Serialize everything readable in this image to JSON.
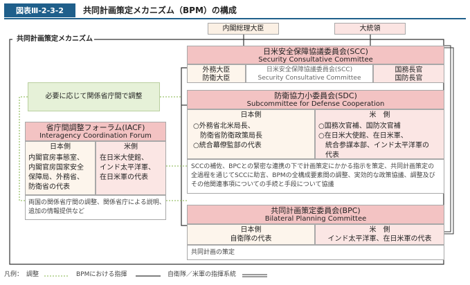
{
  "header": {
    "figure_id": "図表Ⅲ-2-3-2",
    "title": "共同計画策定メカニズム（BPM）の構成"
  },
  "top": {
    "pm": "内閣総理大臣",
    "president": "大統領"
  },
  "mechanism_label": "共同計画策定メカニズム",
  "scc": {
    "title_ja": "日米安全保障協議委員会(SCC)",
    "title_en": "Security Consultative Committee",
    "left_members": [
      "外務大臣",
      "防衛大臣"
    ],
    "right_members": [
      "国務長官",
      "国防長官"
    ],
    "center_ja": "日米安全保障協議委員会(SCC)",
    "center_en": "Security Consultative Committee"
  },
  "coordination_note": "必要に応じて関係省庁間で調整",
  "sdc": {
    "title_ja": "防衛協力小委員会(SDC)",
    "title_en": "Subcommittee for Defense Cooperation",
    "jp_side_label": "日本側",
    "jp_members": "○外務省北米局長、\n　防衛省防衛政策局長\n○統合幕僚監部の代表",
    "us_side_label": "米　側",
    "us_members": "○国務次官補、国防次官補\n○在日米大使館、在日米軍、\n　統合参謀本部、インド太平洋軍の\n　代表",
    "description": "SCCの補佐、BPCとの緊密な連携の下で計画策定にかかる指示を策定、共同計画策定の\n全過程を通じてSCCに助言、BPMの全構成要素間の調整、実効的な政策協議、調整及び\nその他関連事項についての手続と手段について協議"
  },
  "iacf": {
    "title_ja": "省庁間調整フォーラム(IACF)",
    "title_en": "Interagency Coordination Forum",
    "jp_side_label": "日本側",
    "jp_members": "内閣官房事態室、\n内閣官房国家安全\n保障局、外務省、\n防衛省の代表",
    "us_side_label": "米側",
    "us_members": "在日米大使館、\nインド太平洋軍、\n在日米軍の代表",
    "description": "両国の関係省庁間の調整、関係省庁による説明、\n追加の情報提供など"
  },
  "bpc": {
    "title_ja": "共同計画策定委員会(BPC)",
    "title_en": "Bilateral Planning Committee",
    "jp_side_label": "日本側",
    "jp_members": "自衛隊の代表",
    "us_side_label": "米　側",
    "us_members": "インド太平洋軍、在日米軍の代表",
    "description": "共同計画の策定"
  },
  "legend": {
    "prefix": "凡例：",
    "coordination": "調整",
    "bpm_command": "BPMにおける指揮",
    "sdf_usf_command": "自衛隊／米軍の指揮系統"
  },
  "colors": {
    "badge": "#1f5f8b",
    "pink_header": "#f3c3c3",
    "light_pink": "#fbe6e4",
    "cream": "#fdf5ec",
    "note_green": "#e6f1d8",
    "coordination_line": "#9ac26b"
  }
}
